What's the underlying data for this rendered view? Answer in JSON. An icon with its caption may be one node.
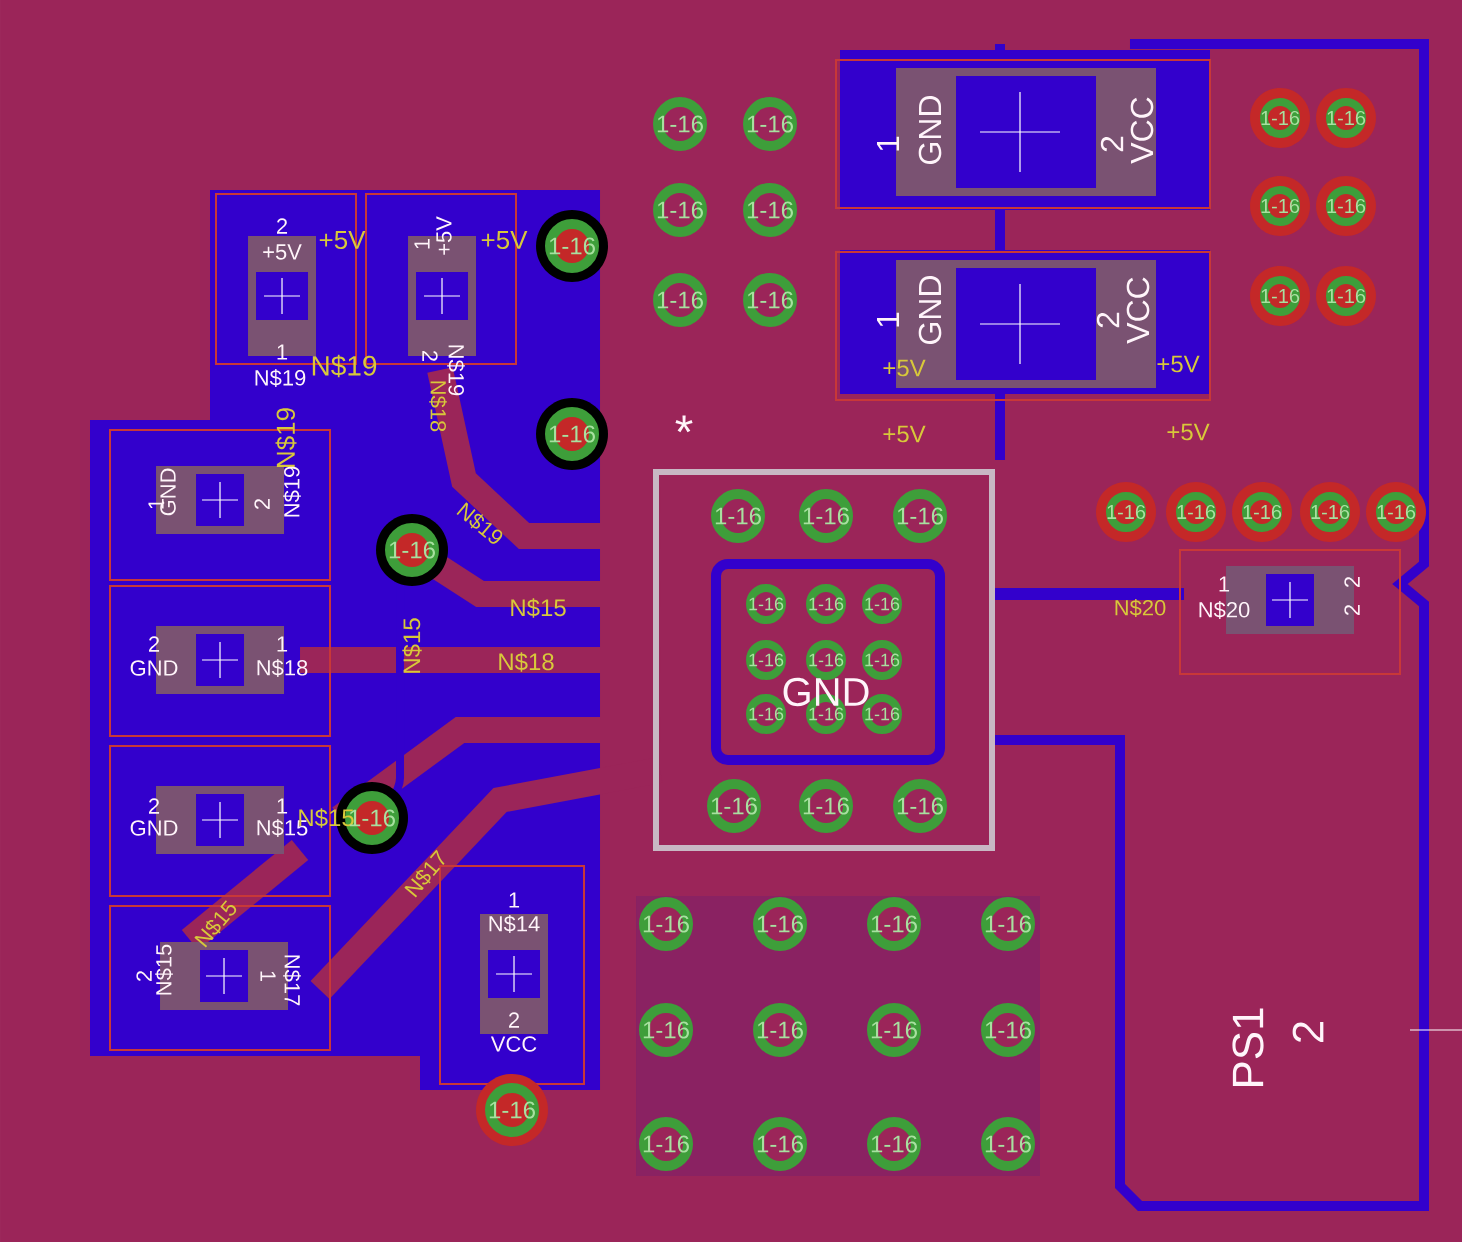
{
  "diagram": {
    "labels": [
      "1-16",
      "1-16",
      "1",
      "GND",
      "2",
      "VCC",
      "1-16",
      "1-16",
      "1-16",
      "1-16",
      "1-16",
      "1-16",
      "2",
      "+5V",
      "+5V",
      "1",
      "+5V",
      "+5V",
      "1-16",
      "1-16",
      "1-16",
      "1",
      "GND",
      "2",
      "VCC",
      "1-16",
      "1-16",
      "1",
      "N$19",
      "N$19",
      "2",
      "N$19",
      "N$18",
      "+5V",
      "+5V",
      "N$19",
      "1-16",
      "+5V",
      "+5V",
      "*",
      "1",
      "GND",
      "2",
      "N$19",
      "N$19",
      "1-16",
      "1-16",
      "1-16",
      "1-16",
      "1-16",
      "1-16",
      "1-16",
      "1-16",
      "1-16",
      "N$15",
      "N$20",
      "1",
      "N$20",
      "2",
      "2",
      "1-16",
      "1-16",
      "1-16",
      "N$15",
      "2",
      "GND",
      "1",
      "N$18",
      "N$18",
      "1-16",
      "1-16",
      "1-16",
      "GND",
      "1-16",
      "1-16",
      "1-16",
      "2",
      "GND",
      "1",
      "N$15",
      "N$15",
      "1-16",
      "1-16",
      "1-16",
      "1-16",
      "N$17",
      "N$15",
      "1",
      "N$14",
      "1-16",
      "1-16",
      "1-16",
      "1-16",
      "2",
      "N$15",
      "1",
      "N$17",
      "2",
      "VCC",
      "1-16",
      "1-16",
      "1-16",
      "1-16",
      "PS1",
      "2",
      "1-16",
      "1-16",
      "1-16",
      "1-16",
      "1-16"
    ]
  }
}
